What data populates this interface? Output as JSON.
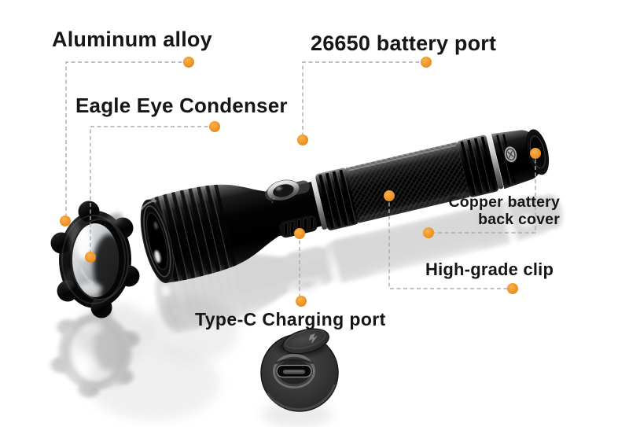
{
  "scene": {
    "subject": "flashlight-parts-callout",
    "background": "#ffffff"
  },
  "style": {
    "text_color": "#161616",
    "leader_line_color": "#ababab",
    "dot_color_center": "#f8b14e",
    "dot_color_mid": "#f09a2b",
    "dot_color_edge": "#e2821a"
  },
  "icons": {
    "charging_flap_mark": "lightning-bolt",
    "tail_cap_emblem": "brand-emblem"
  },
  "callouts": {
    "aluminum_alloy": {
      "label": "Aluminum alloy"
    },
    "battery_port": {
      "label": "26650 battery port"
    },
    "eagle_eye_condenser": {
      "label": "Eagle Eye Condenser"
    },
    "copper_back_cover": {
      "line1": "Copper battery",
      "line2": "back cover"
    },
    "high_grade_clip": {
      "label": "High-grade clip"
    },
    "type_c_port": {
      "label": "Type-C Charging port"
    }
  }
}
